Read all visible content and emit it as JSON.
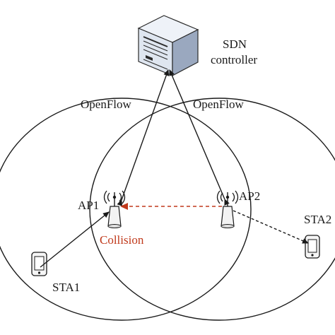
{
  "controller": {
    "label_line1": "SDN",
    "label_line2": "controller"
  },
  "links": {
    "left_label": "OpenFlow",
    "right_label": "OpenFlow"
  },
  "access_points": [
    {
      "label": "AP1"
    },
    {
      "label": "AP2"
    }
  ],
  "stations": [
    {
      "label": "STA1"
    },
    {
      "label": "STA2"
    }
  ],
  "collision": {
    "label": "Collision",
    "color": "#c0391b"
  },
  "colors": {
    "ink": "#1a1a1a",
    "collision": "#c0391b",
    "server_front": "#dfe6f0",
    "server_side": "#9aa8bf"
  }
}
